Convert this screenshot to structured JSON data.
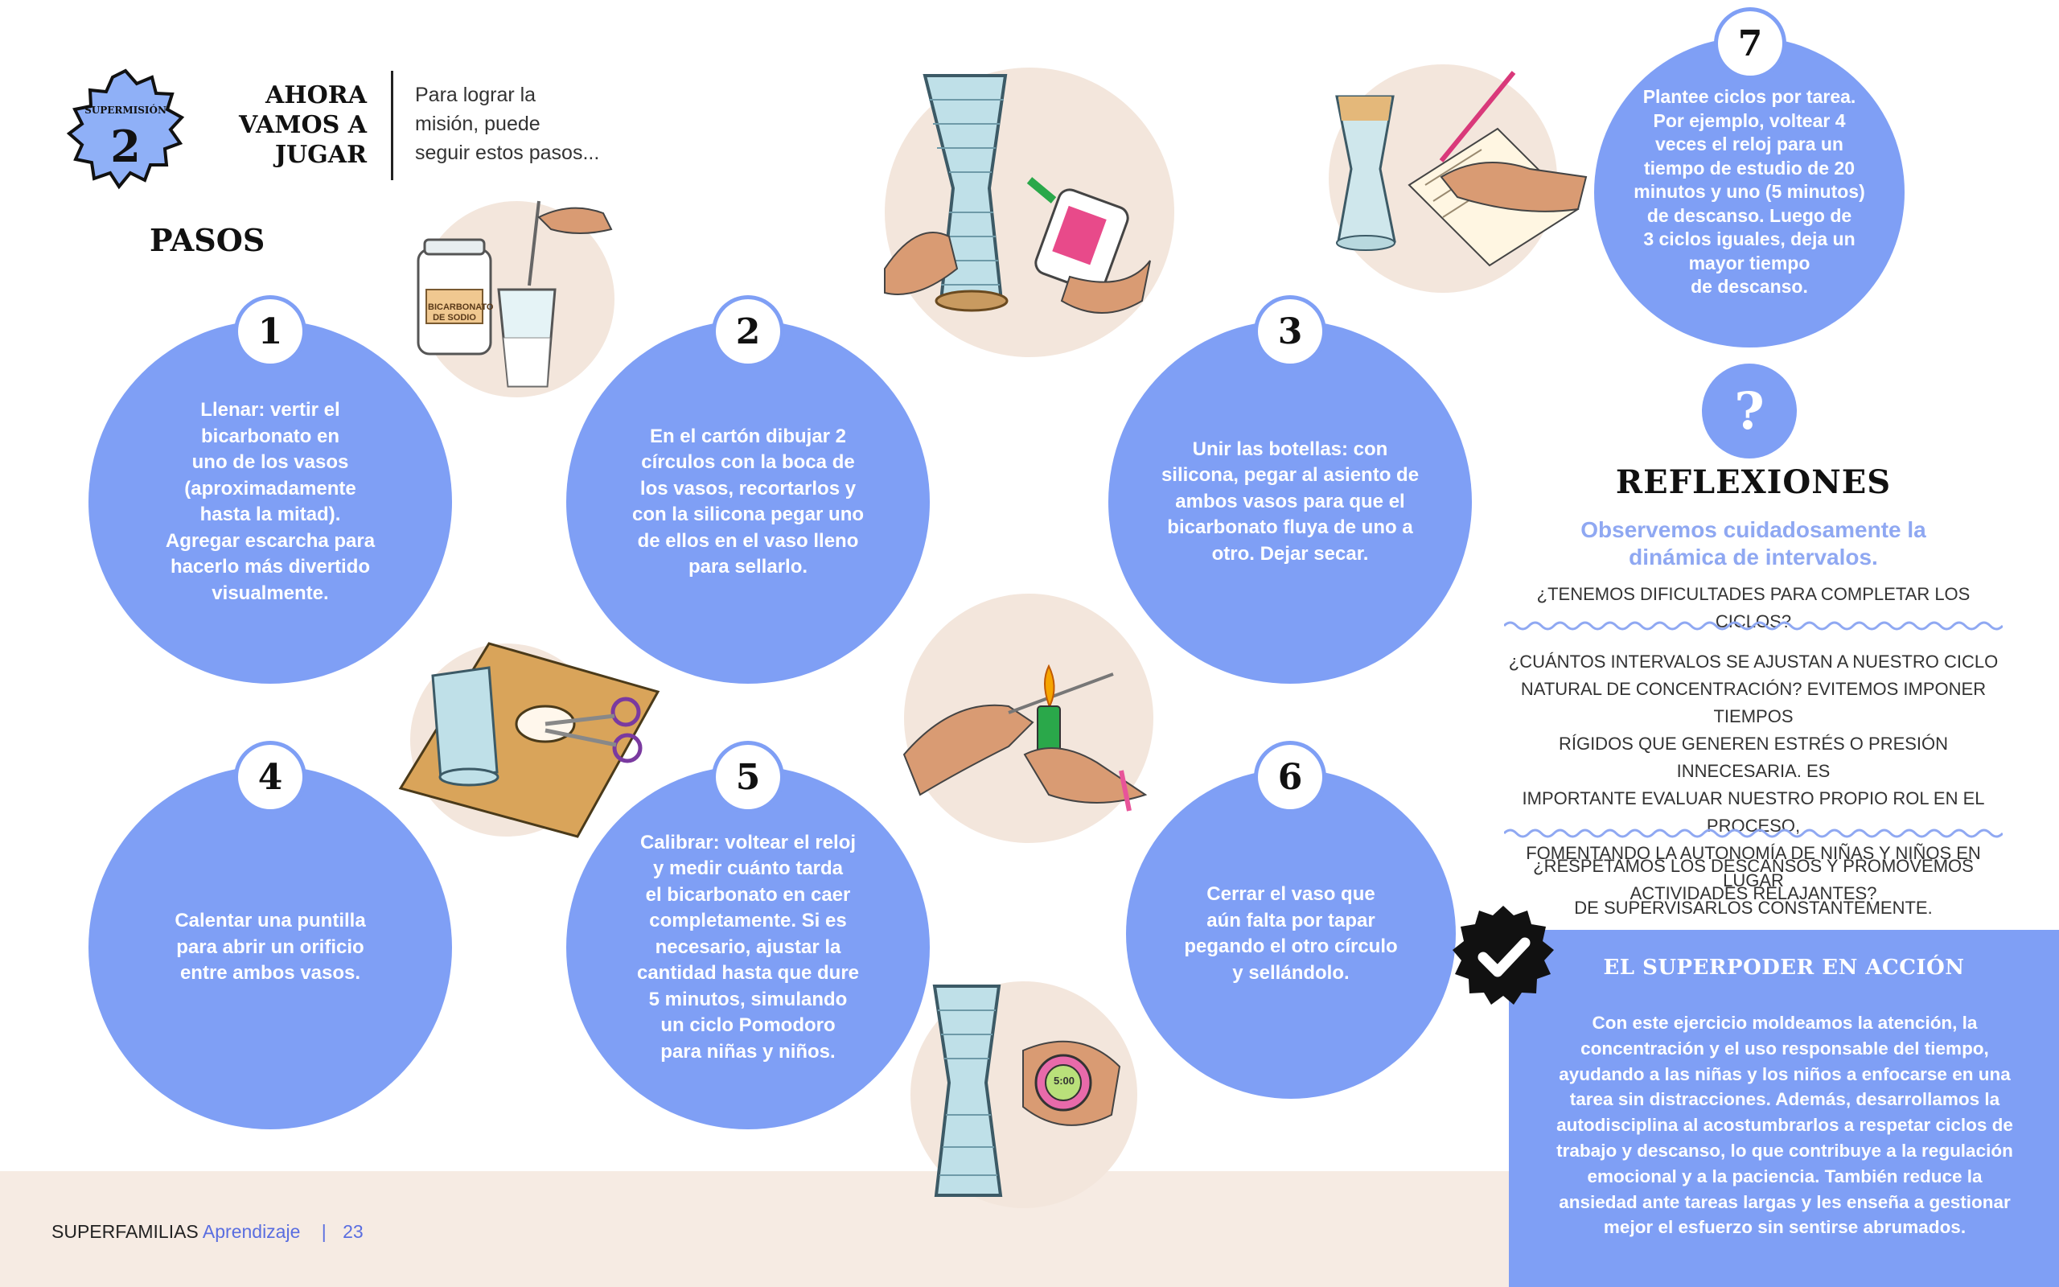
{
  "header": {
    "badge_label": "SUPERMISIÓN",
    "badge_number": "2",
    "title_lines": [
      "AHORA",
      "VAMOS A",
      "JUGAR"
    ],
    "intro_lines": [
      "Para lograr la",
      "misión, puede",
      "seguir estos pasos..."
    ]
  },
  "pasos_title": "PASOS",
  "steps": [
    {
      "number": "1",
      "lines": [
        "Llenar: vertir el",
        "bicarbonato en",
        "uno de los vasos",
        "(aproximadamente",
        "hasta la mitad).",
        "Agregar escarcha para",
        "hacerlo más divertido",
        "visualmente."
      ]
    },
    {
      "number": "2",
      "lines": [
        "En el cartón dibujar 2",
        "círculos con la boca de",
        "los vasos, recortarlos y",
        "con la silicona pegar uno",
        "de ellos en el vaso lleno",
        "para sellarlo."
      ]
    },
    {
      "number": "3",
      "lines": [
        "Unir las botellas: con",
        "silicona, pegar al asiento de",
        "ambos vasos para que el",
        "bicarbonato fluya de uno a",
        "otro. Dejar secar."
      ]
    },
    {
      "number": "4",
      "lines": [
        "Calentar una puntilla",
        "para abrir un orificio",
        "entre ambos vasos."
      ]
    },
    {
      "number": "5",
      "lines": [
        "Calibrar: voltear el reloj",
        "y medir cuánto tarda",
        "el bicarbonato en caer",
        "completamente. Si es",
        "necesario, ajustar la",
        "cantidad hasta que dure",
        "5 minutos, simulando",
        "un ciclo Pomodoro",
        "para niñas y niños."
      ]
    },
    {
      "number": "6",
      "lines": [
        "Cerrar el vaso que",
        "aún falta por tapar",
        "pegando el otro círculo",
        "y sellándolo."
      ]
    },
    {
      "number": "7",
      "lines": [
        "Plantee ciclos por tarea.",
        "Por ejemplo, voltear 4",
        "veces el reloj para un",
        "tiempo de estudio de 20",
        "minutos y uno (5 minutos)",
        "de descanso. Luego de",
        "3 ciclos iguales, deja un",
        "mayor tiempo",
        "de descanso."
      ]
    }
  ],
  "illustrations": {
    "jar_label": "BICARBONATO DE SODIO",
    "timer_label": "5:00"
  },
  "reflexiones": {
    "icon": "?",
    "title": "REFLEXIONES",
    "subtitle_lines": [
      "Observemos cuidadosamente la",
      "dinámica de intervalos."
    ],
    "questions": [
      {
        "lines": [
          "¿TENEMOS DIFICULTADES PARA COMPLETAR LOS CICLOS?"
        ]
      },
      {
        "lines": [
          "¿CUÁNTOS INTERVALOS SE AJUSTAN A NUESTRO CICLO",
          "NATURAL DE CONCENTRACIÓN? EVITEMOS IMPONER TIEMPOS",
          "RÍGIDOS QUE GENEREN ESTRÉS O PRESIÓN INNECESARIA. ES",
          "IMPORTANTE EVALUAR NUESTRO PROPIO ROL EN EL PROCESO,",
          "FOMENTANDO LA AUTONOMÍA DE NIÑAS Y NIÑOS EN LUGAR",
          "DE SUPERVISARLOS CONSTANTEMENTE."
        ]
      },
      {
        "lines": [
          "¿RESPETAMOS LOS DESCANSOS Y PROMOVEMOS",
          "ACTIVIDADES RELAJANTES?"
        ]
      }
    ]
  },
  "superpoder": {
    "title": "EL SUPERPODER EN ACCIÓN",
    "lines": [
      "Con este ejercicio moldeamos la atención, la",
      "concentración y el uso responsable del tiempo,",
      "ayudando a las niñas y los niños a enfocarse en una",
      "tarea sin distracciones. Además, desarrollamos la",
      "autodisciplina al acostumbrarlos a respetar ciclos de",
      "trabajo y descanso, lo que contribuye a la regulación",
      "emocional y a la paciencia. También reduce la",
      "ansiedad ante tareas largas y les enseña a gestionar",
      "mejor el esfuerzo sin sentirse abrumados."
    ]
  },
  "footer": {
    "brand": "SUPERFAMILIAS",
    "section": "Aprendizaje",
    "separator": "|",
    "page": "23"
  },
  "colors": {
    "accent_blue": "#7f9ff5",
    "subtitle_blue": "#8fa8f2",
    "footer_link": "#5a6ee0",
    "beige": "#f3e6dc",
    "footer_band": "#f6ebe3"
  }
}
